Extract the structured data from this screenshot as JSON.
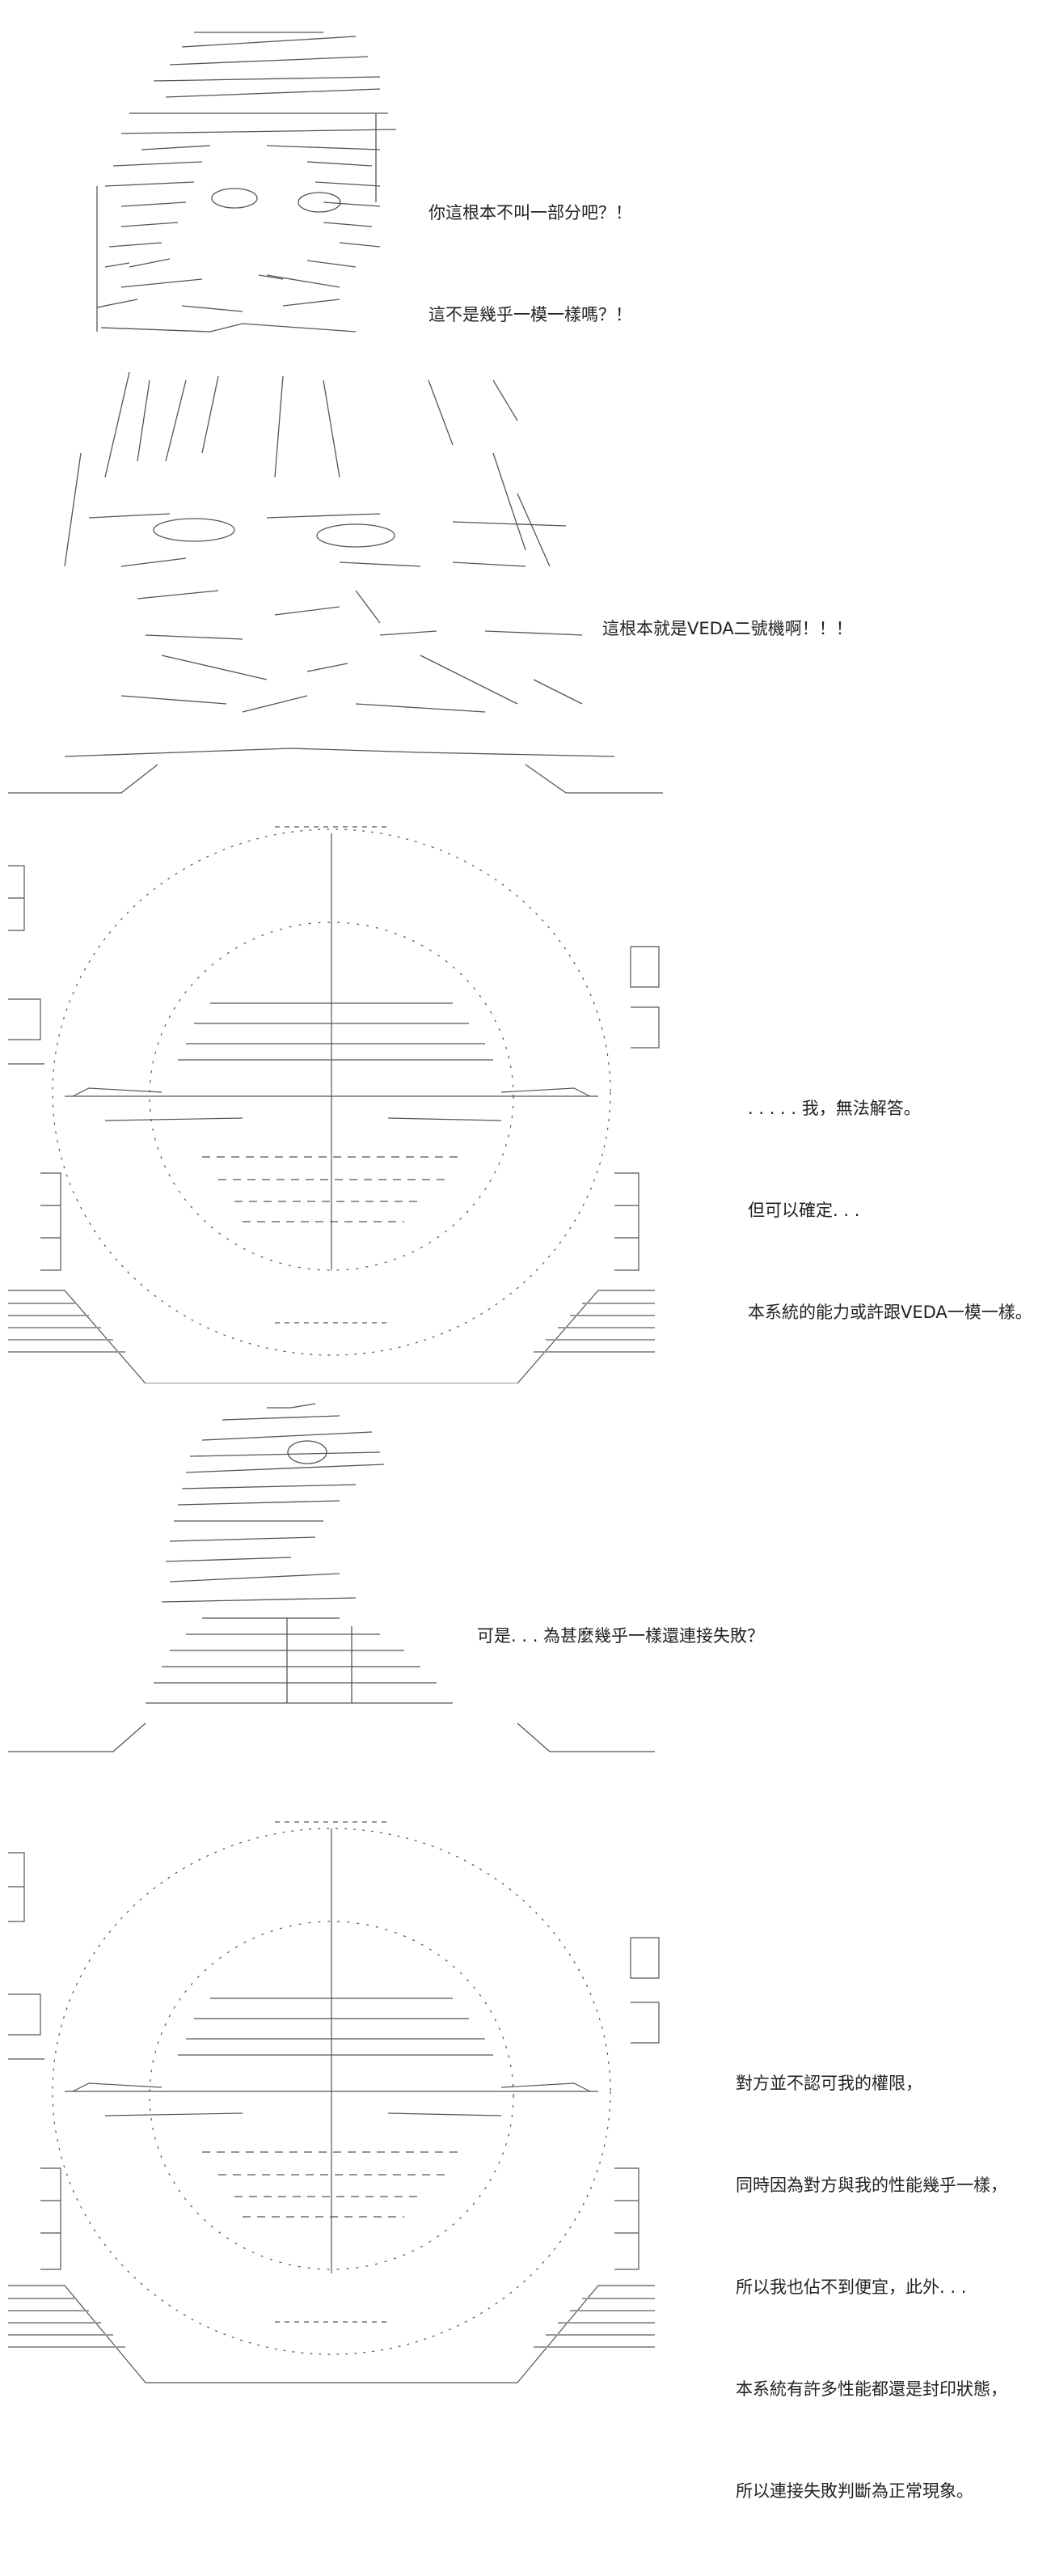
{
  "panels": [
    {
      "id": "p1",
      "lines": [
        "你這根本不叫一部分吧？！",
        "這不是幾乎一模一樣嗎？！"
      ]
    },
    {
      "id": "p2",
      "lines": [
        "這根本就是VEDA二號機啊！！！"
      ]
    },
    {
      "id": "p3",
      "lines": [
        ". . . . . 我，無法解答。",
        "但可以確定. . .",
        "本系統的能力或許跟VEDA一模一樣。"
      ]
    },
    {
      "id": "p4",
      "lines": [
        "可是. . . 為甚麼幾乎一樣還連接失敗？"
      ]
    },
    {
      "id": "p5",
      "lines": [
        "對方並不認可我的權限，",
        "同時因為對方與我的性能幾乎一樣，",
        "所以我也佔不到便宜，此外. . .",
        "本系統有許多性能都還是封印狀態，",
        "所以連接失敗判斷為正常現象。"
      ]
    }
  ],
  "colors": {
    "ink": "#222222",
    "art": "#555555",
    "dots": "#9a9a9a"
  }
}
